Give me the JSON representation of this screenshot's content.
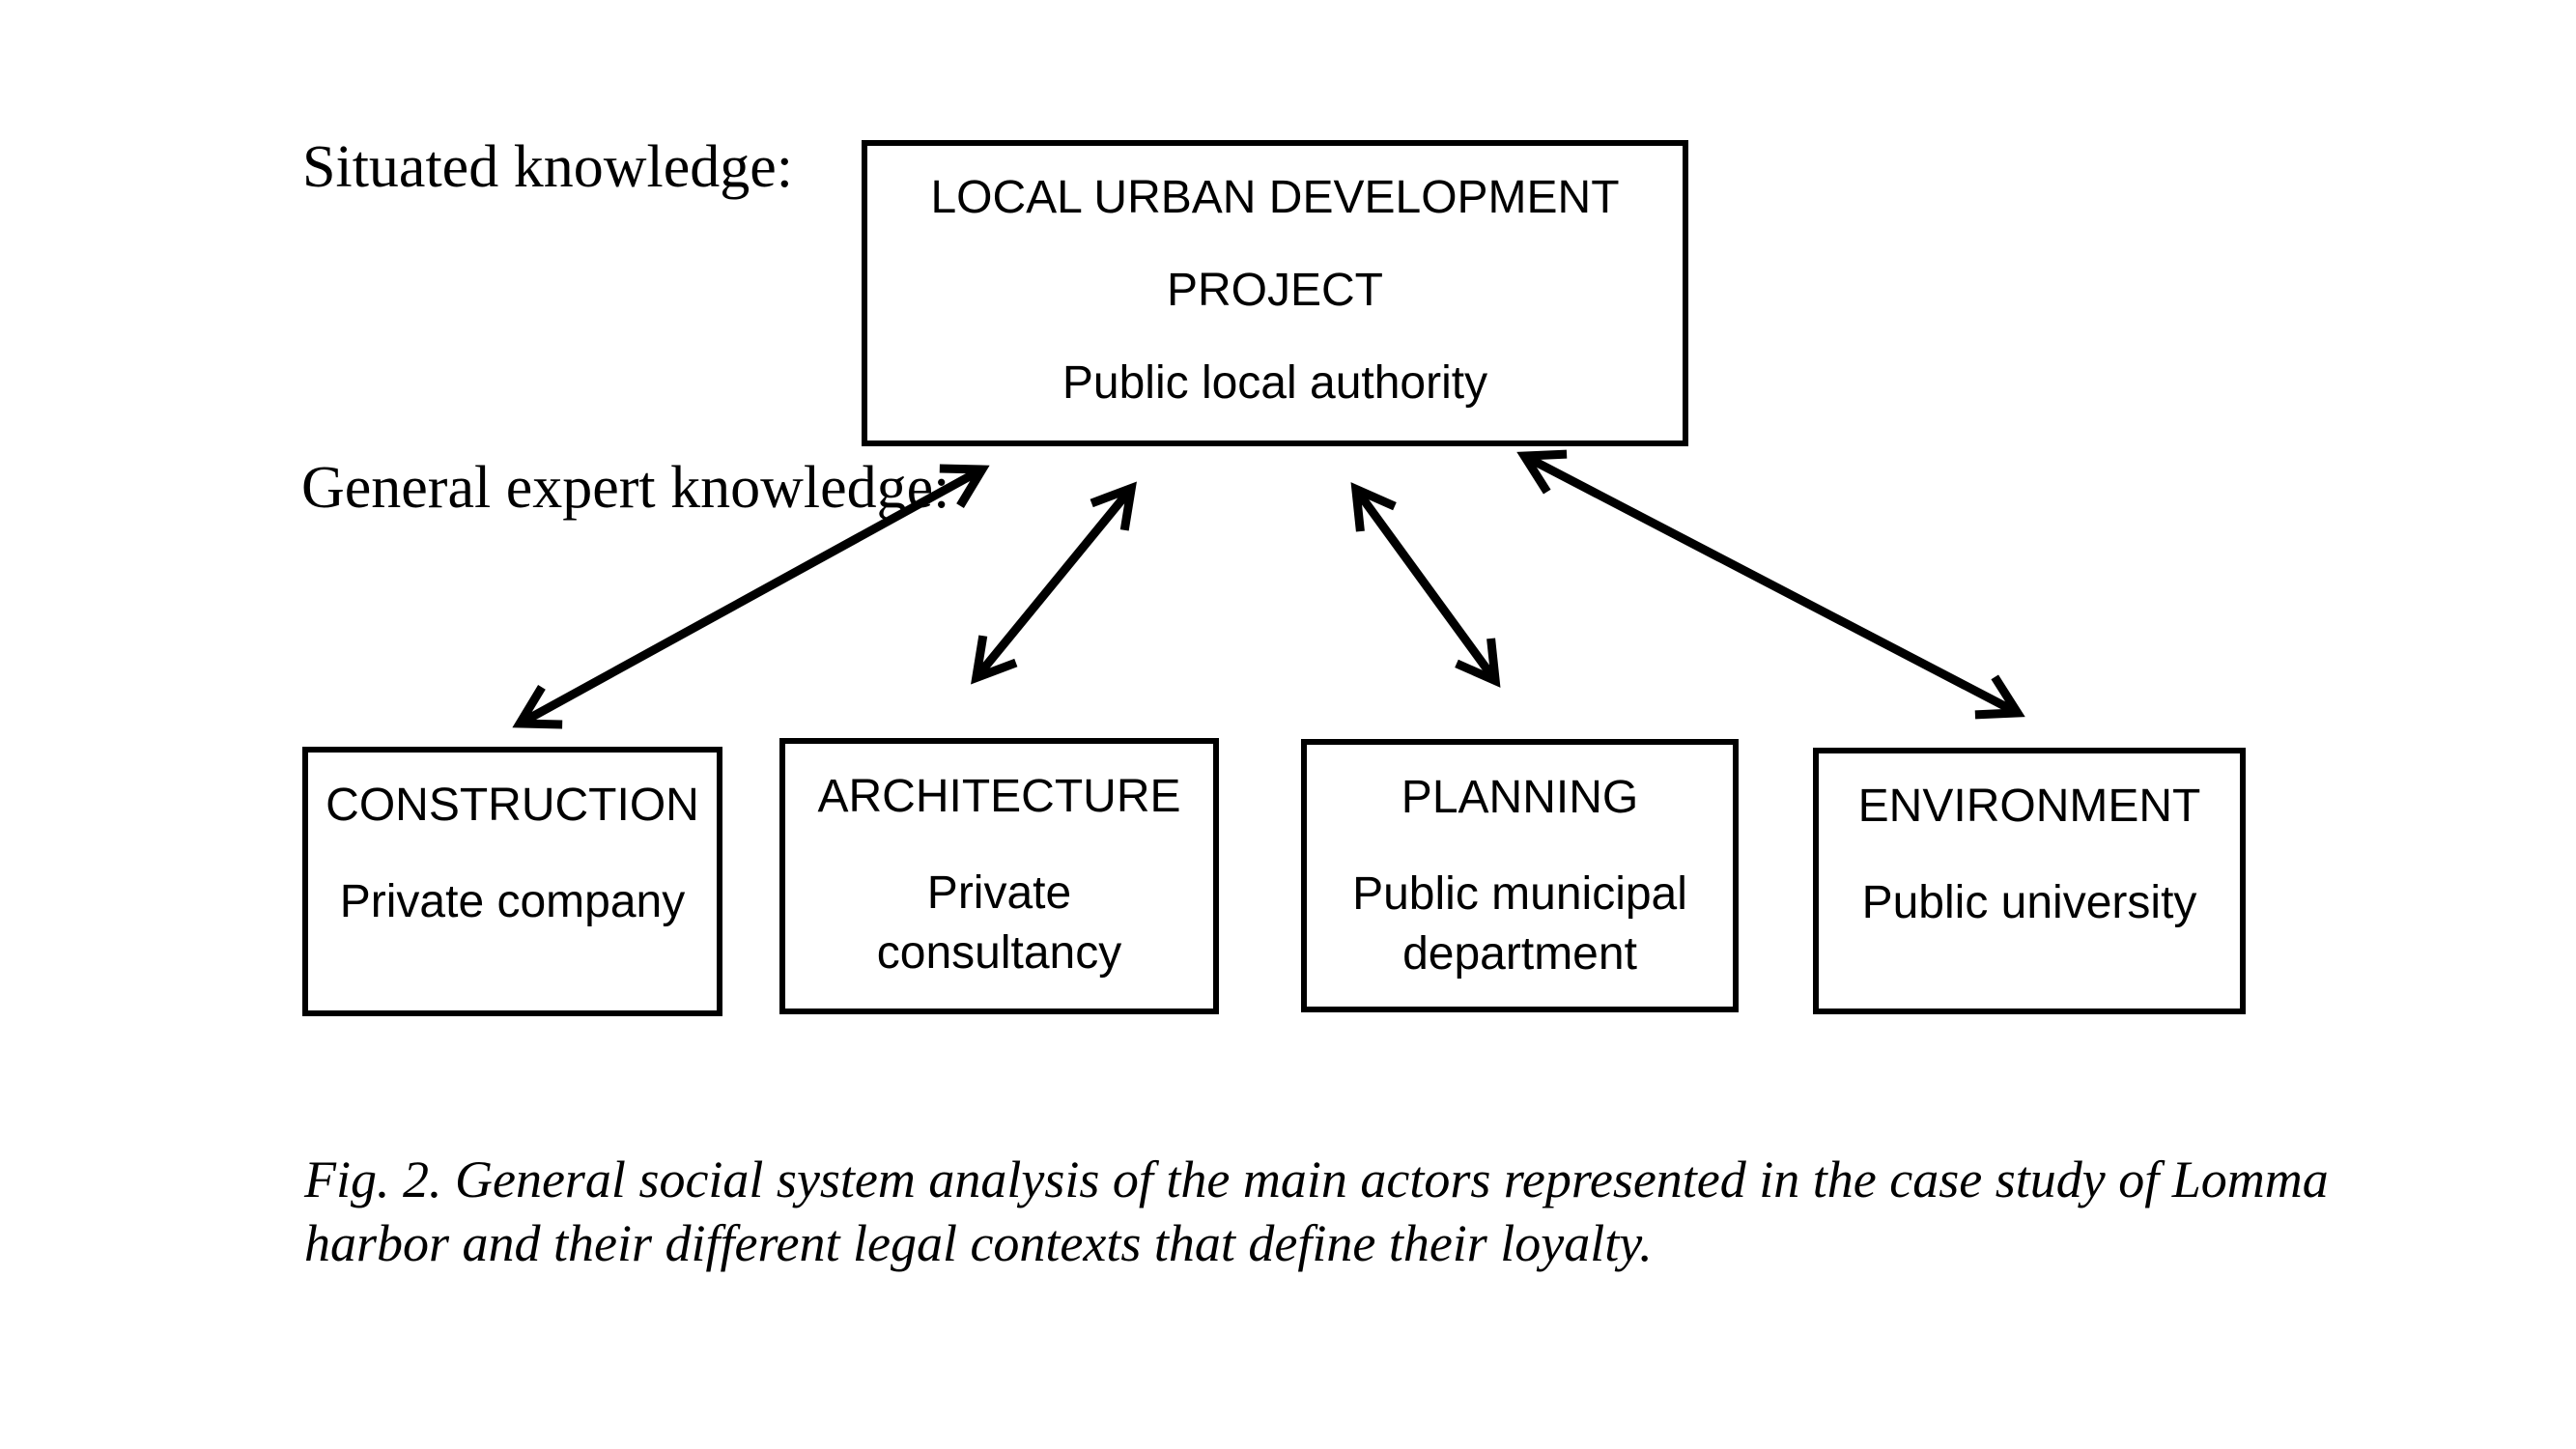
{
  "page": {
    "background_color": "#ffffff",
    "ink_color": "#000000"
  },
  "labels": {
    "situated_knowledge": "Situated knowledge:",
    "general_expert_knowledge": "General expert knowledge:"
  },
  "project_box": {
    "lines": [
      "LOCAL URBAN DEVELOPMENT",
      "PROJECT",
      "Public local authority"
    ]
  },
  "actor_boxes": [
    {
      "id": "construction",
      "title": "CONSTRUCTION",
      "subtitle_lines": [
        "Private company"
      ]
    },
    {
      "id": "architecture",
      "title": "ARCHITECTURE",
      "subtitle_lines": [
        "Private",
        "consultancy"
      ]
    },
    {
      "id": "planning",
      "title": "PLANNING",
      "subtitle_lines": [
        "Public municipal",
        "department"
      ]
    },
    {
      "id": "environment",
      "title": "ENVIRONMENT",
      "subtitle_lines": [
        "Public university"
      ]
    }
  ],
  "connections": [
    {
      "from": "local-urban-development-project",
      "to": "construction",
      "style": "double-headed-arrow"
    },
    {
      "from": "local-urban-development-project",
      "to": "architecture",
      "style": "double-headed-arrow"
    },
    {
      "from": "local-urban-development-project",
      "to": "planning",
      "style": "double-headed-arrow"
    },
    {
      "from": "local-urban-development-project",
      "to": "environment",
      "style": "double-headed-arrow"
    }
  ],
  "caption": {
    "lines": [
      "Fig. 2. General social system analysis of the main actors represented in the case study of Lomma",
      "harbor and their different legal contexts that define their loyalty."
    ]
  }
}
